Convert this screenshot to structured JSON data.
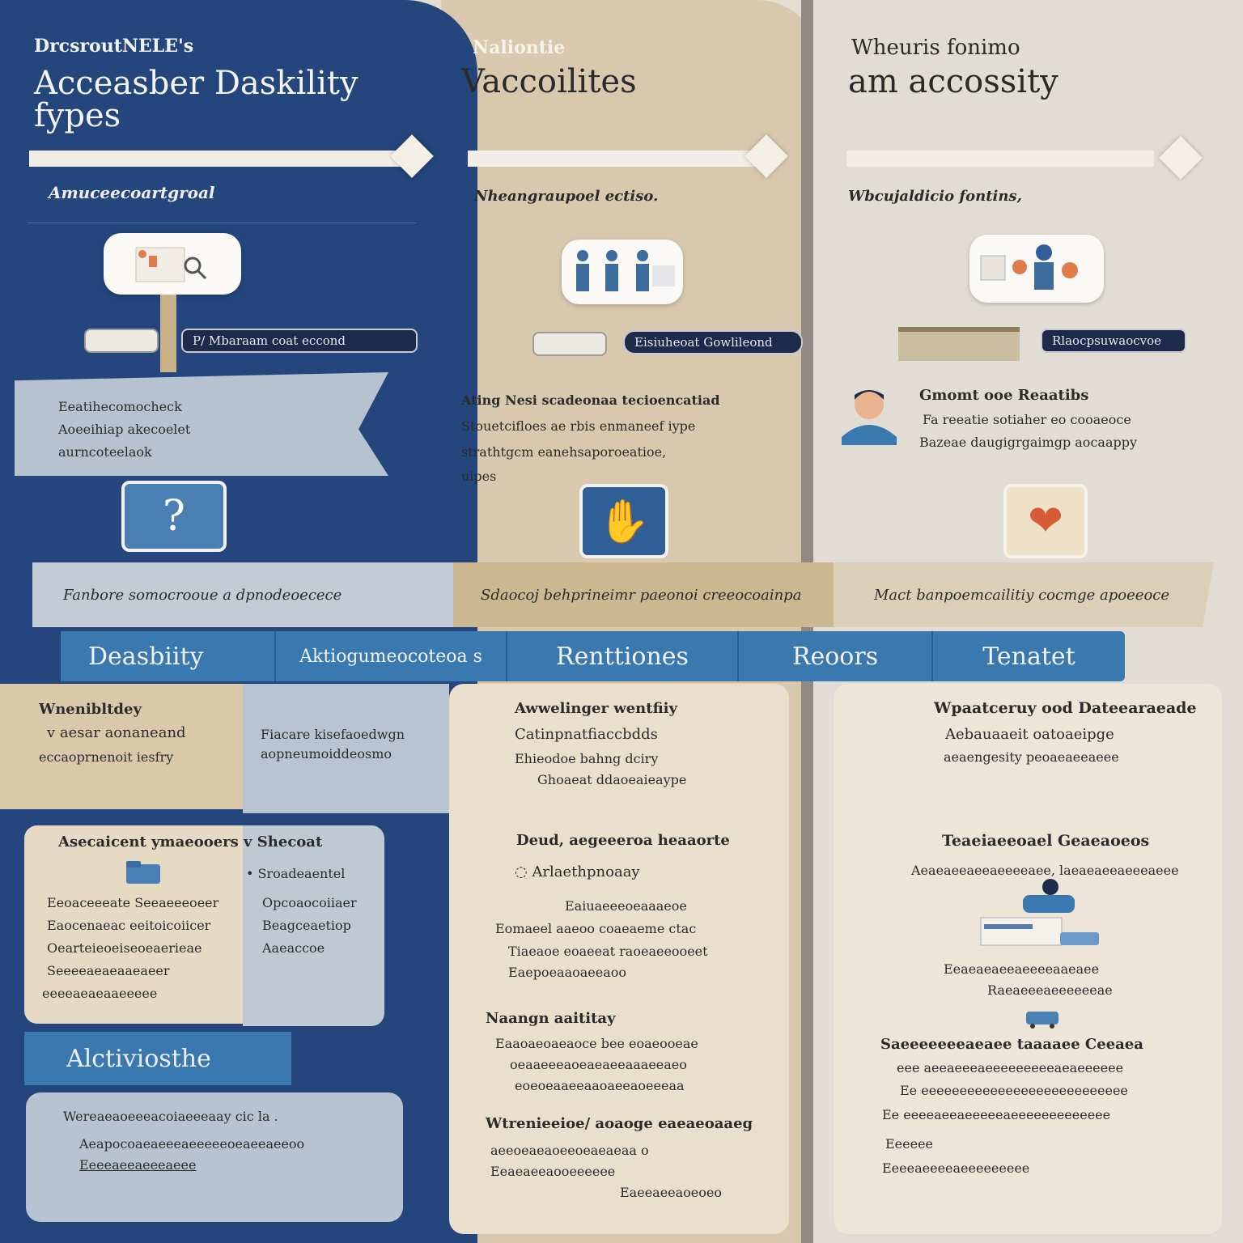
{
  "col1": {
    "title_small": "DrcsroutNELE's",
    "title_line1": "Acceasber Daskility",
    "title_line2": "fypes",
    "subtitle": "Amuceecoartgroal",
    "chip_light": "",
    "chip_dark": "P/ Mbaraam coat eccond",
    "desc_lines": [
      "Eeatihecomocheck",
      "Aoeeihiap akecoelet",
      "aurncoteelaok"
    ]
  },
  "col2": {
    "title_small": "Naliontie",
    "title_large": "Vaccoilites",
    "subtitle": "Nheangraupoel ectiso.",
    "chip_dark": "Eisiuheoat Gowlileond",
    "desc_lines": [
      "Ating Nesi scadeonaa tecioencatiad",
      "Stouetcifloes ae rbis enmaneef iype",
      "strathtgcm eanehsaporoeatioe,",
      "uipes"
    ]
  },
  "col3": {
    "title_small": "Wheuris fonimo",
    "title_large": "am accossity",
    "subtitle": "Wbcujaldicio fontins,",
    "chip_dark": "Rlaocpsuwaocvoe",
    "person_title": "Gmomt ooe Reaatibs",
    "person_lines": [
      "Fa reeatie sotiaher eo cooaeoce",
      "Bazeae daugigrgaimgp aocaappy"
    ]
  },
  "ribbon": [
    "Fanbore somocrooue a dpnodeoecece",
    "Sdaocoj behprineimr paeonoi creeocoainpa",
    "Mact banpoemcailitiy cocmge apoeeoce"
  ],
  "tabs": [
    "Deasbiity",
    "Aktiogumeocoteoa s",
    "Renttiones",
    "Reoors",
    "Tenatet"
  ],
  "band": {
    "c1_title": "Wnenibltdey",
    "c1_lines": [
      "v  aesar aonaneand",
      "eccaoprnenoit iesfry"
    ],
    "c2_lines": [
      "Fiacare kisefaoedwgn",
      "aopneumoiddeosmo"
    ],
    "c3_lines": [
      "Awwelinger wentfiiy",
      "Catinpnatfiaccbdds",
      "Ehieodoe bahng dciry",
      "Ghoaeat ddaoeaieaype"
    ],
    "c4_title": "Wpaatceruy ood Dateearaeade",
    "c4_lines": [
      "Aebauaaeit oatoaeipge",
      "aeaengesity peoaeaeeaeee"
    ]
  },
  "lower1": {
    "head": "Asecaicent ymaeooers v Shecoat",
    "bullets_right": [
      "Sroadeaentel",
      "Opcoaocoiiaer",
      "Beagceaetiop",
      "Aaeaccoe"
    ],
    "lines": [
      "Eeoaceeeate Seeaeeeoeer",
      "Eaocenaeac eeitoicoiicer",
      "Oearteieoeiseoeaerieae",
      "Seeeeaeaeaaeaeer",
      "eeeeaeaeaaeeeee"
    ],
    "button": "Alctiviosthe",
    "bottom_line1": "Wereaeaoeeeacoiaeeeaay cic la .",
    "bottom_line2": "Aeapocoaeaeeeaeeeeeoeaeeaeeoo",
    "bottom_line3": "Eeeeaeeaeeeaeee"
  },
  "lower2": {
    "head": "Deud, aegeeeroa heaaorte",
    "sub": "Arlaethpnoaay",
    "lines": [
      "Eaiuaeeeoeaaaeoe",
      "Eomaeel aaeoo coaeaeme ctac",
      "Tiaeaoe eoaeeat raoeaeeooeet",
      "Eaepoeaaoaeeaoo"
    ],
    "head2": "Naangn aaititay",
    "lines2": [
      "Eaaoaeoaeaoce bee eoaeooeae",
      "oeaaeeeaoeaeaeeaaaeeaeo",
      "eoeoeaaeeaaoaeeaoeeeaa"
    ],
    "head3": "Wtrenieeioe/ aoaoge eaeaeoaaeg",
    "lines3": [
      "aeeoeaeaoeeoeaeaeaa o",
      "Eeaeaeeaooeeeeee",
      "Eaeeaeeaoeoeo"
    ]
  },
  "lower3": {
    "head": "Teaeiaeeoael Geaeaoeos",
    "sub": "Aeaeaeeaeeaeeeeaee, laeaeaeeaeeeaeee",
    "mid_lines": [
      "Eeaeaeaeeaeeeeaaeaee",
      "Raeaeeeaeeeeeeae"
    ],
    "head2": "Saeeeeeeeaeaee taaaaee Ceeaea",
    "lines2": [
      "eee aeeaeeeaeeeeeeeeeaeaeeeeee",
      "Ee eeeeeeeeeeeeeeeeeeeeeeeeeee",
      "Ee eeeeaeeaeeeeeaeeeeeeeeeeeee",
      "Eeeeee",
      "Eeeeaeeeeaeeeeeeeee"
    ]
  },
  "colors": {
    "navy": "#24467c",
    "tan": "#d8c9ae",
    "accent_blue": "#3a78b0"
  }
}
